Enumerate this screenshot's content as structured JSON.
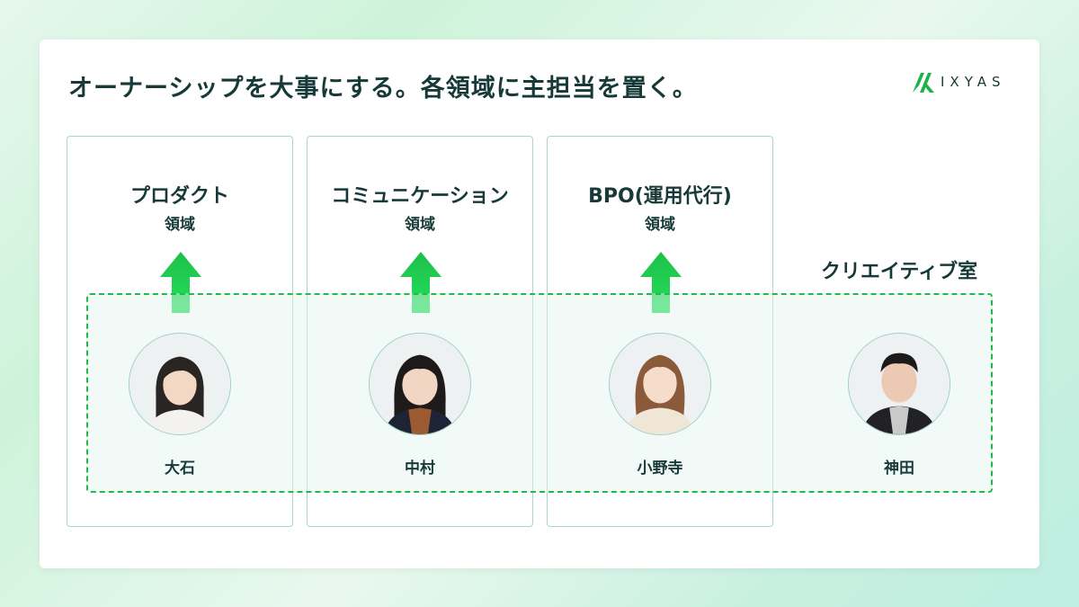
{
  "title": "オーナーシップを大事にする。各領域に主担当を置く。",
  "logo": {
    "text": "IXYAS",
    "color": "#1bb34a"
  },
  "domains": [
    {
      "name": "プロダクト",
      "sub": "領域"
    },
    {
      "name": "コミュニケーション",
      "sub": "領域"
    },
    {
      "name": "BPO(運用代行)",
      "sub": "領域"
    }
  ],
  "creative": {
    "label": "クリエイティブ室",
    "border_color": "#22bb4a"
  },
  "people": [
    {
      "name": "大石",
      "icon": "person-avatar-icon"
    },
    {
      "name": "中村",
      "icon": "person-avatar-icon"
    },
    {
      "name": "小野寺",
      "icon": "person-avatar-icon"
    },
    {
      "name": "神田",
      "icon": "person-avatar-icon"
    }
  ],
  "colors": {
    "text": "#173a38",
    "arrow_top": "#1fbf4a",
    "arrow_bottom": "#22e05a",
    "box_border": "#a9d5cf"
  }
}
